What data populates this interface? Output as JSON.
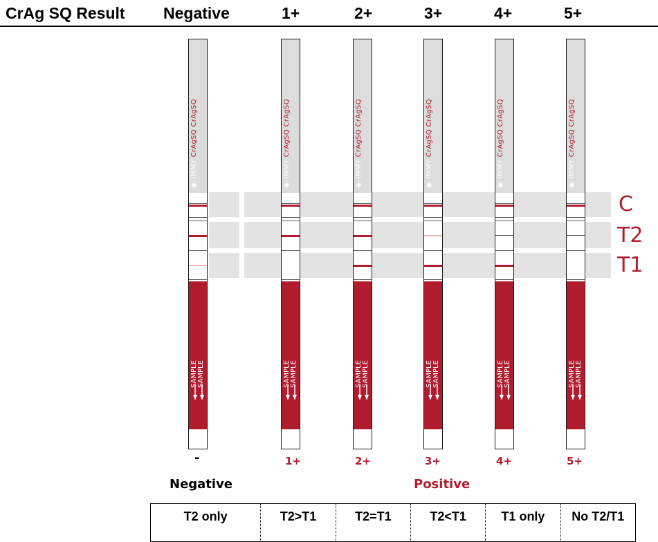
{
  "header": {
    "title": "CrAg SQ Result",
    "columns": [
      "Negative",
      "1+",
      "2+",
      "3+",
      "4+",
      "5+"
    ]
  },
  "strip_text": {
    "brand": "IMMY",
    "product": "CrAgSQ",
    "sample": "SAMPLE"
  },
  "zones": [
    "C",
    "T2",
    "T1"
  ],
  "strips": [
    {
      "grade": "-",
      "c": "strong",
      "t2": "strong",
      "t1": "faint"
    },
    {
      "grade": "1+",
      "c": "strong",
      "t2": "strong",
      "t1": "none"
    },
    {
      "grade": "2+",
      "c": "strong",
      "t2": "strong",
      "t1": "strong"
    },
    {
      "grade": "3+",
      "c": "strong",
      "t2": "faint",
      "t1": "strong"
    },
    {
      "grade": "4+",
      "c": "strong",
      "t2": "none",
      "t1": "strong"
    },
    {
      "grade": "5+",
      "c": "strong",
      "t2": "none",
      "t1": "none"
    }
  ],
  "footer": {
    "negative": "Negative",
    "positive": "Positive"
  },
  "table": {
    "cells": [
      "T2 only",
      "T2>T1",
      "T2=T1",
      "T2<T1",
      "T1 only",
      "No T2/T1"
    ]
  },
  "colors": {
    "accent": "#b01c2e",
    "band": "#e3e3e3",
    "handle": "#dcdcdc"
  }
}
